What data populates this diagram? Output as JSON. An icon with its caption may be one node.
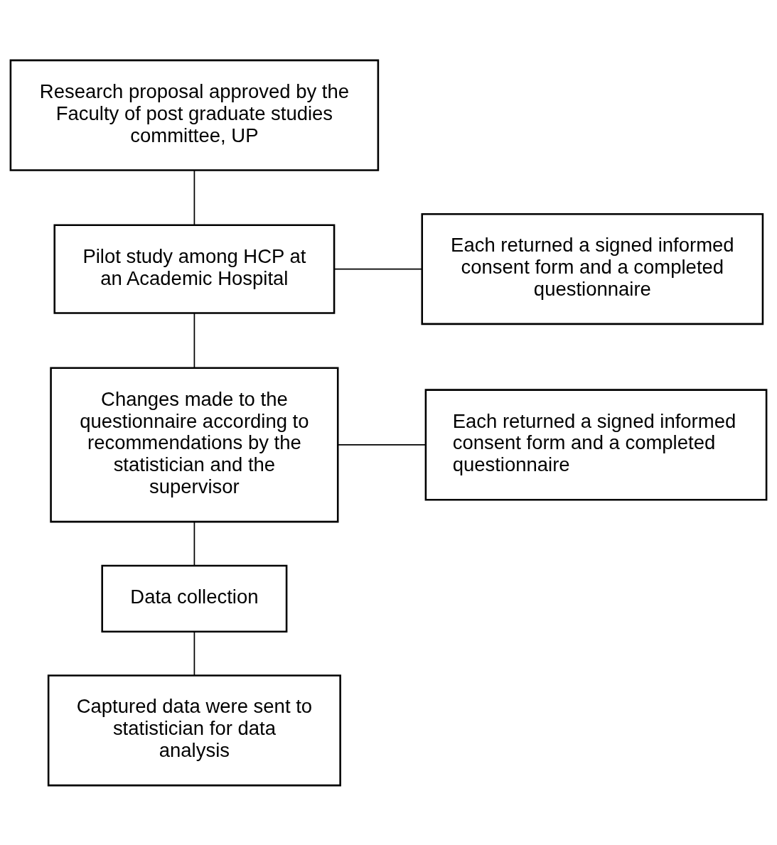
{
  "diagram": {
    "nodes": [
      {
        "text": [
          "Research proposal approved by the Faculty of post graduate studies committee, UP"
        ]
      },
      {
        "text": [
          "Pilot study among HCP at an Academic Hospital"
        ]
      },
      {
        "text": [
          "Each returned a signed informed consent form and a completed questionnaire"
        ]
      },
      {
        "text": [
          "Changes made to the questionnaire according to recommendations by the statistician and the supervisor"
        ]
      },
      {
        "text": [
          "Each returned a signed informed consent form and a completed questionnaire"
        ]
      },
      {
        "text": [
          "Data collection"
        ]
      },
      {
        "text": [
          "Captured data were sent to statistician for data analysis"
        ]
      }
    ],
    "edges": [
      {
        "from": 0,
        "to": 1,
        "arrow": "none"
      },
      {
        "from": 1,
        "to": 2,
        "arrow": "none"
      },
      {
        "from": 1,
        "to": 3,
        "arrow": "none"
      },
      {
        "from": 3,
        "to": 4,
        "arrow": "none"
      },
      {
        "from": 3,
        "to": 5,
        "arrow": "none"
      },
      {
        "from": 5,
        "to": 6,
        "arrow": "none"
      }
    ]
  }
}
